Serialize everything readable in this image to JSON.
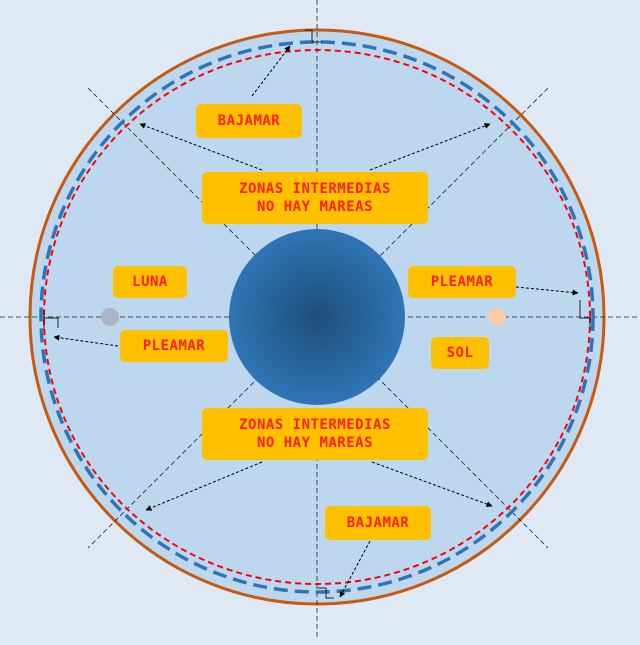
{
  "labels": {
    "bajamar_top": "BAJAMAR",
    "bajamar_bottom": "BAJAMAR",
    "intermedias_top_line1": "ZONAS INTERMEDIAS",
    "intermedias_top_line2": "NO HAY MAREAS",
    "intermedias_bottom_line1": "ZONAS INTERMEDIAS",
    "intermedias_bottom_line2": "NO HAY MAREAS",
    "luna": "LUNA",
    "sol": "SOL",
    "pleamar_left": "PLEAMAR",
    "pleamar_right": "PLEAMAR"
  },
  "colors": {
    "background": "#dfe9f4",
    "outer_circle_fill": "#bdd7ee",
    "outer_circle_stroke": "#c55a11",
    "ellipse_blue_dashed": "#2e75b6",
    "ellipse_red_dashed": "#ff0000",
    "earth_center": "#1f4e79",
    "earth_edge": "#2e75b6",
    "label_fill": "#ffc000",
    "label_text": "#ff1f1f",
    "moon": "#a9b4c6",
    "sun": "#f8cbad"
  }
}
